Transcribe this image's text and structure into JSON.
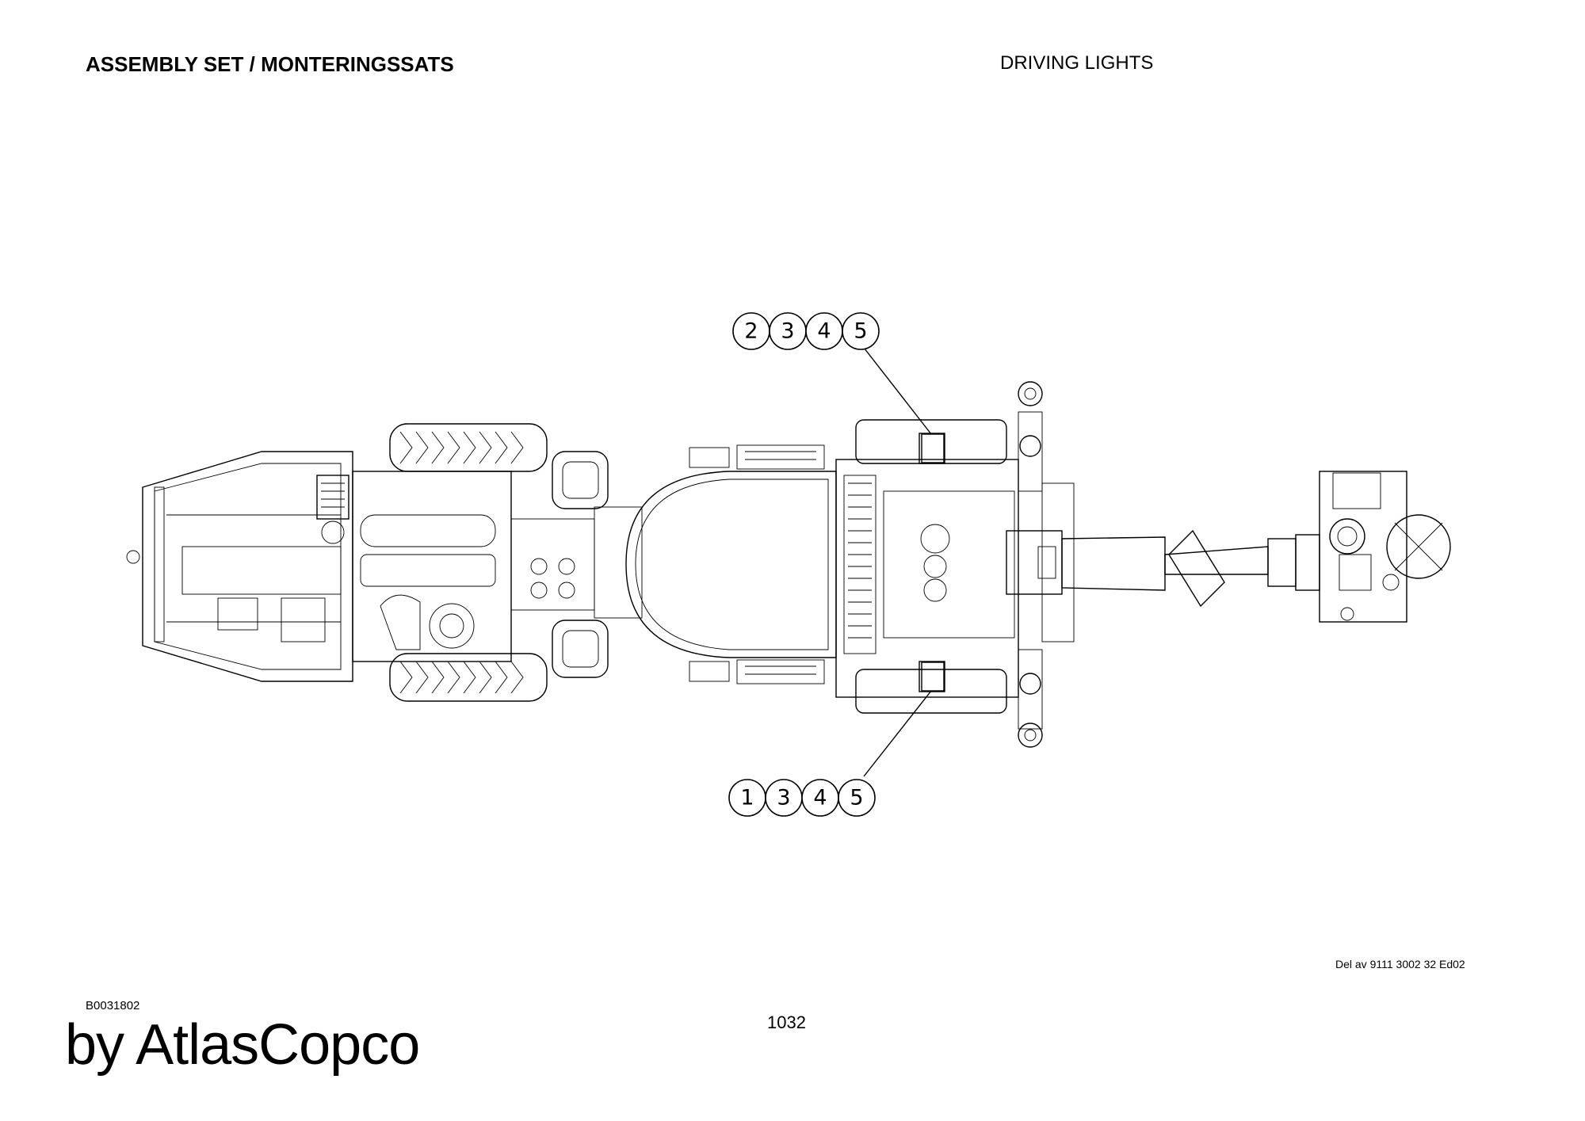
{
  "header": {
    "title_left": "ASSEMBLY SET / MONTERINGSSATS",
    "title_right": "DRIVING LIGHTS"
  },
  "diagram": {
    "callout_top": [
      "2",
      "3",
      "4",
      "5"
    ],
    "callout_bottom": [
      "1",
      "3",
      "4",
      "5"
    ]
  },
  "footer": {
    "del_ref": "Del av 9111 3002 32 Ed02",
    "drawing_id": "B0031802",
    "page_number": "1032",
    "brand": "by AtlasCopco"
  }
}
